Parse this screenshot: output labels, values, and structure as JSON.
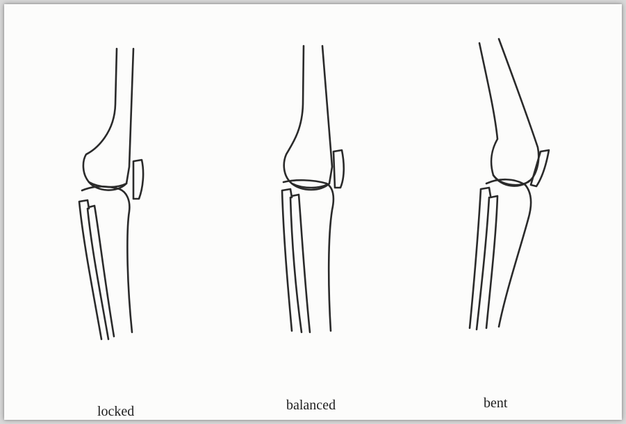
{
  "diagram": {
    "labels": {
      "locked": "locked",
      "balanced": "balanced",
      "bent": "bent"
    },
    "stroke_color": "#2a2a2a",
    "background_color": "#fcfcfb"
  }
}
